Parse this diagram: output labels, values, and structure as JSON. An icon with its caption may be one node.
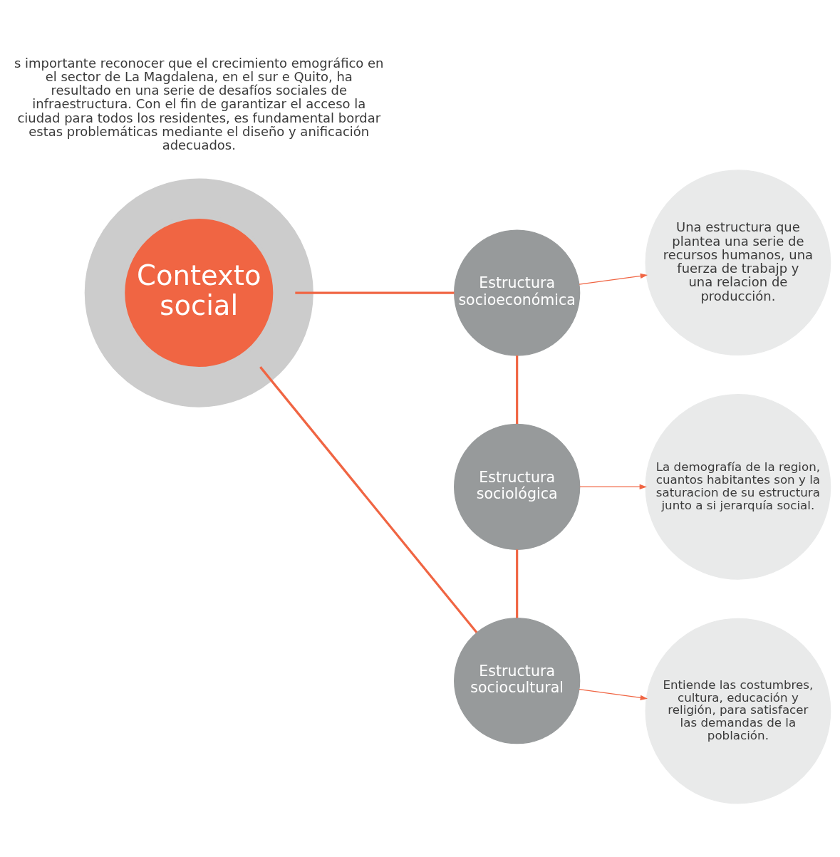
{
  "diagram": {
    "nodes": [
      {
        "text": [
          "Contexto social"
        ]
      },
      {
        "text": [
          "Estructura socioeconómica"
        ]
      },
      {
        "text": [
          "Una estructura que plantea una serie de recursos humanos, una fuerza de trabajp y una relacion de producción."
        ]
      },
      {
        "text": [
          "Estructura sociológica"
        ]
      },
      {
        "text": [
          "La demografía de la region, cuantos habitantes son y la saturacion de su estructura junto a si jerarquía social."
        ]
      },
      {
        "text": [
          "Estructura sociocultural"
        ]
      },
      {
        "text": [
          "Entiende las costumbres, cultura, educación y religión, para satisfacer las demandas de la población."
        ]
      }
    ],
    "edges": [
      {
        "from": 0,
        "to": 1,
        "arrow": "none"
      },
      {
        "from": 1,
        "to": 3,
        "arrow": "none"
      },
      {
        "from": 3,
        "to": 5,
        "arrow": "none"
      },
      {
        "from": 5,
        "to": 0,
        "arrow": "none"
      },
      {
        "from": 1,
        "to": 2,
        "arrow": "to"
      },
      {
        "from": 3,
        "to": 4,
        "arrow": "to"
      },
      {
        "from": 5,
        "to": 6,
        "arrow": "to"
      }
    ],
    "labels": [
      "s importante reconocer que el crecimiento emográfico en el sector de La Magdalena, en el sur e Quito, ha resultado en una serie de desafíos sociales de infraestructura. Con el fin de garantizar el acceso la ciudad para todos los residentes, es fundamental bordar estas problemáticas mediante el diseño y anificación adecuados."
    ]
  }
}
